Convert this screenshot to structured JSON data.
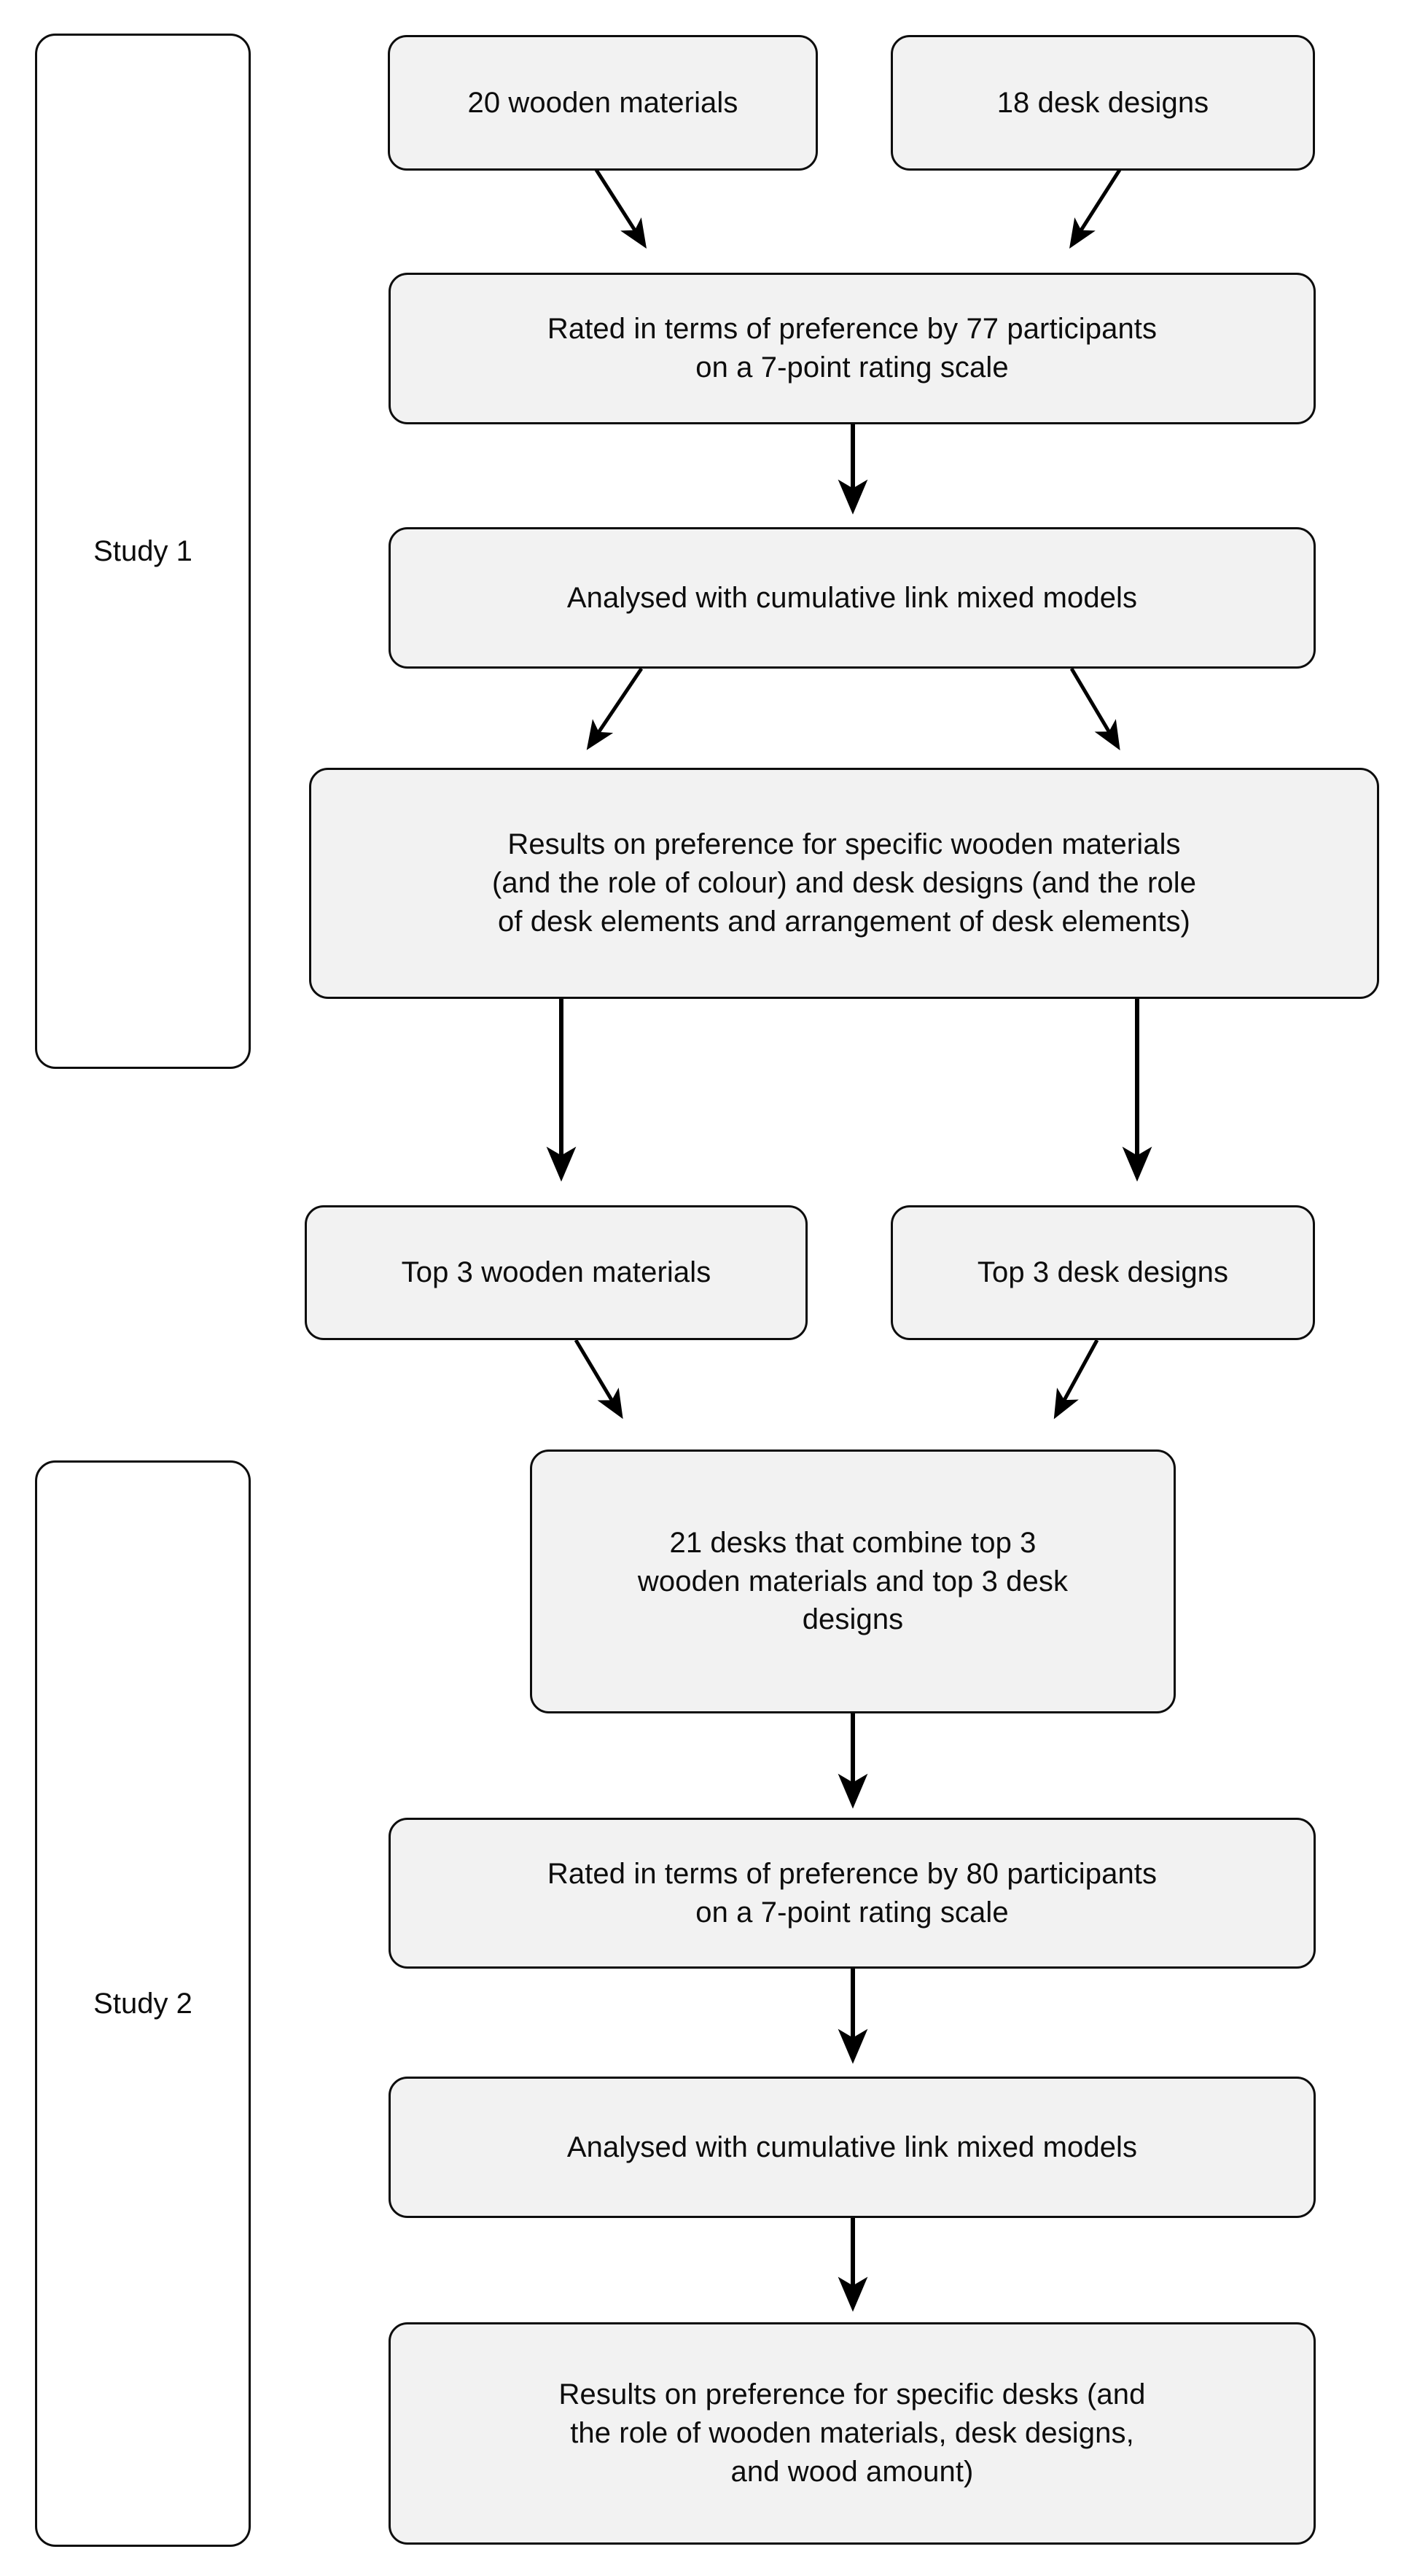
{
  "diagram": {
    "title": "Two-study flowchart of wooden desk preference research",
    "type": "flowchart",
    "background_color": "#ffffff",
    "node_fill_color": "#f2f2f2",
    "node_border_color": "#0d0d0d",
    "group_fill_color": "#ffffff",
    "text_color": "#0d0d0d",
    "arrow_color": "#000000"
  },
  "groups": [
    {
      "id": "study1",
      "label": "Study 1"
    },
    {
      "id": "study2",
      "label": "Study 2"
    }
  ],
  "nodes": [
    {
      "id": "materials",
      "label": "20 wooden materials"
    },
    {
      "id": "designs",
      "label": "18 desk designs"
    },
    {
      "id": "rated1_line1",
      "label": "Rated in terms of preference by 77 participants"
    },
    {
      "id": "rated1_line2",
      "label": "on a 7-point rating scale"
    },
    {
      "id": "analysed1",
      "label": "Analysed with cumulative link mixed models"
    },
    {
      "id": "results1_line1",
      "label": "Results on preference for specific wooden materials"
    },
    {
      "id": "results1_line2",
      "label": "(and the role of colour) and desk designs (and the role"
    },
    {
      "id": "results1_line3",
      "label": "of desk elements and arrangement of desk elements)"
    },
    {
      "id": "top3materials",
      "label": "Top 3 wooden materials"
    },
    {
      "id": "top3designs",
      "label": "Top 3 desk designs"
    },
    {
      "id": "desks21_line1",
      "label": "21 desks that combine top 3"
    },
    {
      "id": "desks21_line2",
      "label": "wooden materials and top 3 desk"
    },
    {
      "id": "desks21_line3",
      "label": "designs"
    },
    {
      "id": "rated2_line1",
      "label": "Rated in terms of preference by 80 participants"
    },
    {
      "id": "rated2_line2",
      "label": "on a 7-point rating scale"
    },
    {
      "id": "analysed2",
      "label": "Analysed with cumulative link mixed models"
    },
    {
      "id": "results2_line1",
      "label": "Results on preference for specific desks (and"
    },
    {
      "id": "results2_line2",
      "label": "the role of wooden materials, desk designs,"
    },
    {
      "id": "results2_line3",
      "label": "and wood amount)"
    }
  ],
  "edges": [
    {
      "from": "materials",
      "to": "rated1",
      "style": "diagonal-down-right"
    },
    {
      "from": "designs",
      "to": "rated1",
      "style": "diagonal-down-left"
    },
    {
      "from": "rated1",
      "to": "analysed1",
      "style": "vertical"
    },
    {
      "from": "analysed1",
      "to": "results1",
      "style": "diagonal-down-left"
    },
    {
      "from": "analysed1",
      "to": "results1",
      "style": "diagonal-down-right"
    },
    {
      "from": "results1",
      "to": "top3materials",
      "style": "vertical-long"
    },
    {
      "from": "results1",
      "to": "top3designs",
      "style": "vertical-long"
    },
    {
      "from": "top3materials",
      "to": "desks21",
      "style": "diagonal-down-right"
    },
    {
      "from": "top3designs",
      "to": "desks21",
      "style": "diagonal-down-left"
    },
    {
      "from": "desks21",
      "to": "rated2",
      "style": "vertical"
    },
    {
      "from": "rated2",
      "to": "analysed2",
      "style": "vertical"
    },
    {
      "from": "analysed2",
      "to": "results2",
      "style": "vertical"
    }
  ]
}
